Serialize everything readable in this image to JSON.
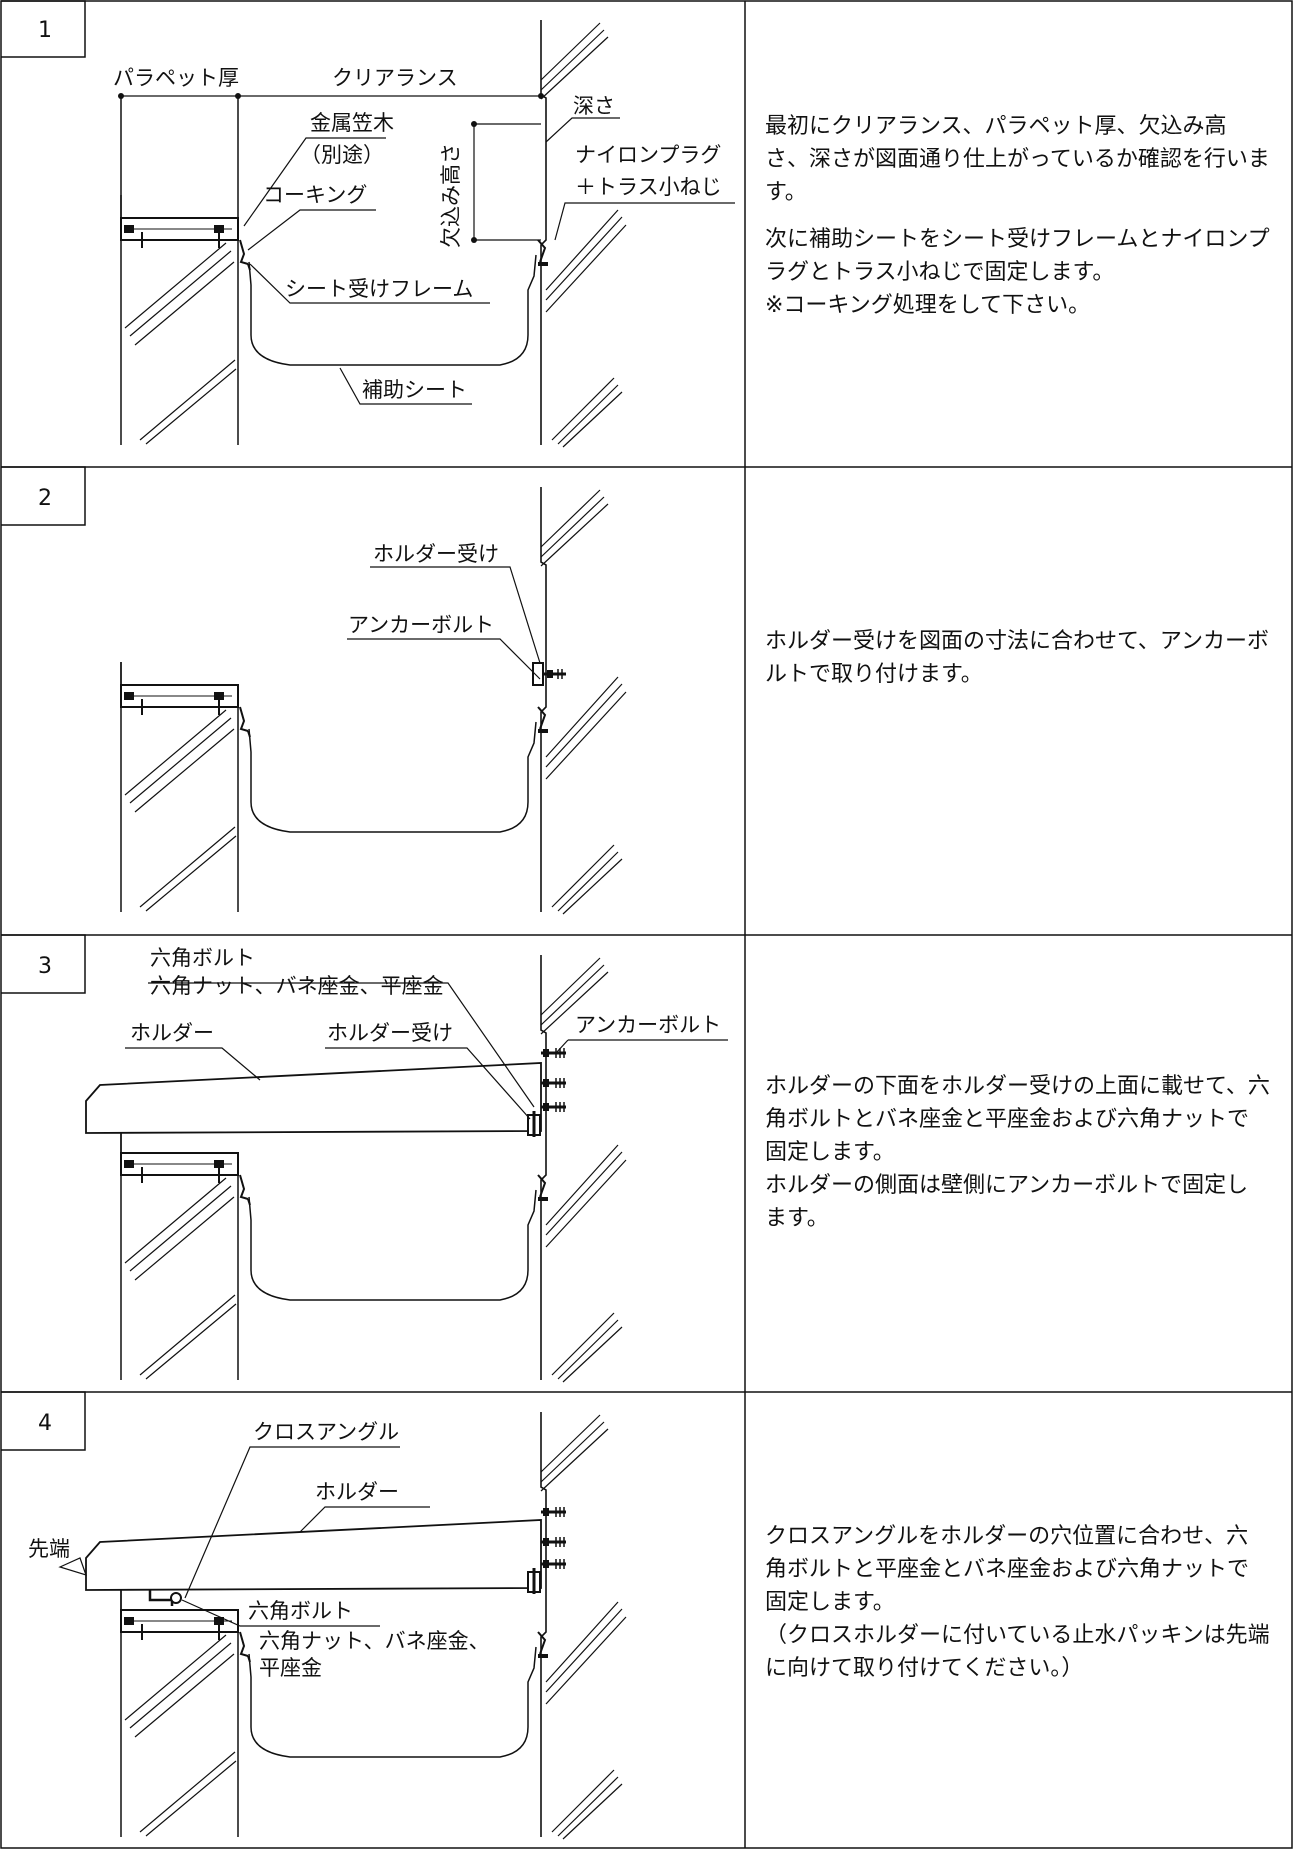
{
  "steps": [
    {
      "number": "1",
      "labels": {
        "parapet_thickness": "パラペット厚",
        "clearance": "クリアランス",
        "depth": "深さ",
        "metal_coping": "金属笠木",
        "separate": "（別途）",
        "notch_height": "欠込み高さ",
        "nylon_plug": "ナイロンプラグ",
        "truss_screw": "＋トラス小ねじ",
        "caulking": "コーキング",
        "sheet_frame": "シート受けフレーム",
        "aux_sheet": "補助シート"
      },
      "description": [
        "最初にクリアランス、パラペット厚、欠込み高さ、深さが図面通り仕上がっているか確認を行います。",
        "次に補助シートをシート受けフレームとナイロンプラグとトラス小ねじで固定します。\n※コーキング処理をして下さい。"
      ]
    },
    {
      "number": "2",
      "labels": {
        "holder_receiver": "ホルダー受け",
        "anchor_bolt": "アンカーボルト"
      },
      "description": [
        "ホルダー受けを図面の寸法に合わせて、アンカーボルトで取り付けます。"
      ]
    },
    {
      "number": "3",
      "labels": {
        "hex_bolt": "六角ボルト",
        "hex_nut_line": "六角ナット、バネ座金、平座金",
        "holder": "ホルダー",
        "holder_receiver": "ホルダー受け",
        "anchor_bolt": "アンカーボルト"
      },
      "description": [
        "ホルダーの下面をホルダー受けの上面に載せて、六角ボルトとバネ座金と平座金および六角ナットで固定します。\nホルダーの側面は壁側にアンカーボルトで固定します。"
      ]
    },
    {
      "number": "4",
      "labels": {
        "cross_angle": "クロスアングル",
        "holder": "ホルダー",
        "tip": "先端",
        "hex_bolt": "六角ボルト",
        "hex_nut_line1": "六角ナット、バネ座金、",
        "hex_nut_line2": "平座金"
      },
      "description": [
        "クロスアングルをホルダーの穴位置に合わせ、六角ボルトと平座金とバネ座金および六角ナットで固定します。\n（クロスホルダーに付いている止水パッキンは先端に向けて取り付けてください。）"
      ]
    }
  ]
}
